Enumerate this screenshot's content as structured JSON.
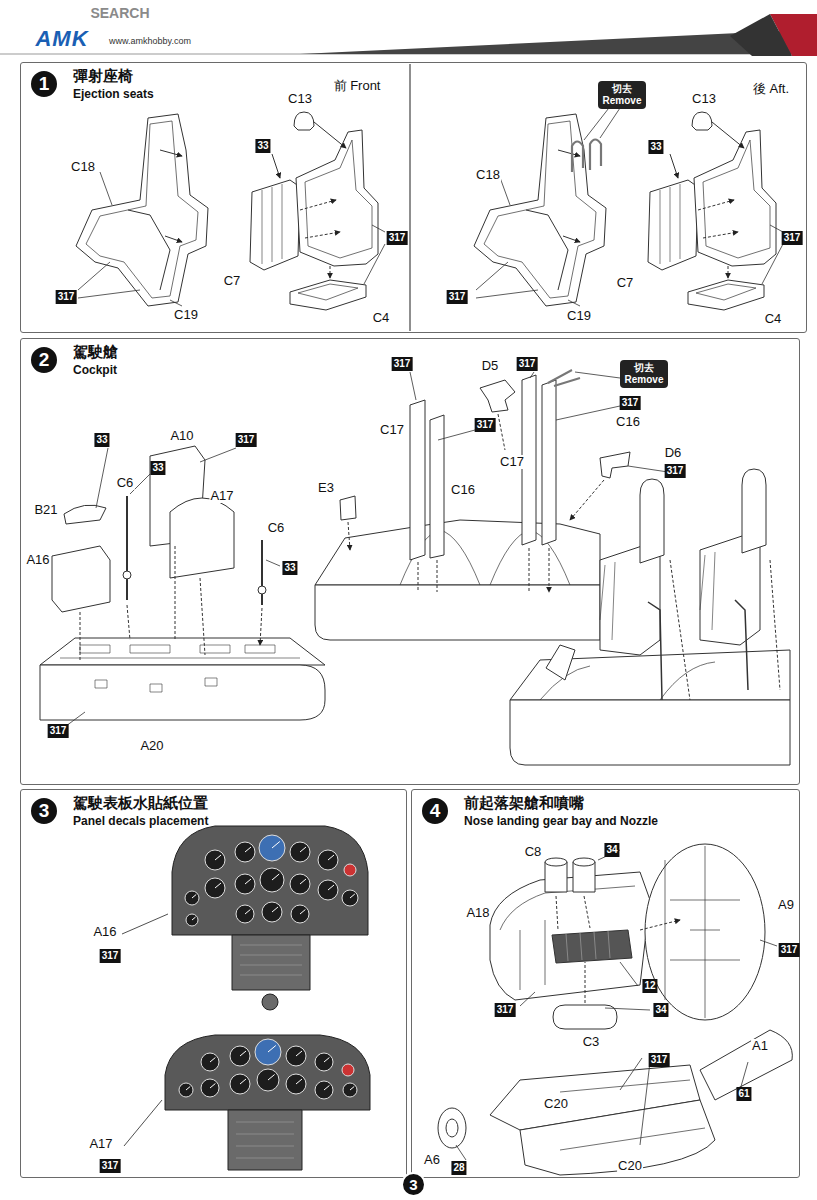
{
  "diagram": {
    "nodes": [
      {
        "text": [
          "彈射座椅",
          "Ejection seats"
        ]
      },
      {
        "text": [
          "1"
        ],
        "in": 0
      },
      {
        "text": [
          "駕駛艙",
          "Cockpit"
        ]
      },
      {
        "text": [
          "2"
        ],
        "in": 2
      },
      {
        "text": [
          "駕駛表板水貼紙位置",
          "Panel decals placement"
        ]
      },
      {
        "text": [
          "3"
        ],
        "in": 4
      },
      {
        "text": [
          "前起落架艙和噴嘴",
          "Nose landing gear bay and Nozzle"
        ]
      },
      {
        "text": [
          "4"
        ],
        "in": 6
      },
      {
        "text": [
          "3"
        ]
      }
    ],
    "labels": [
      "SEARCH",
      "AMK",
      "www.amkhobby.com",
      "前 Front",
      "C13",
      "33",
      "C18",
      "C7",
      "317",
      "C19",
      "317",
      "C4",
      "後 Aft.",
      "切去 Remove",
      "C13",
      "33",
      "C18",
      "C7",
      "317",
      "C19",
      "317",
      "C4",
      "33",
      "A10",
      "317",
      "C6",
      "33",
      "B21",
      "A17",
      "C6",
      "A16",
      "33",
      "317",
      "A20",
      "317",
      "D5",
      "317",
      "切去 Remove",
      "317",
      "C16",
      "C17",
      "317",
      "C17",
      "C16",
      "D6",
      "317",
      "E3",
      "A16",
      "317",
      "A17",
      "317",
      "C8",
      "34",
      "A18",
      "A9",
      "317",
      "317",
      "12",
      "34",
      "C3",
      "317",
      "C20",
      "A1",
      "61",
      "A6",
      "28",
      "C20"
    ]
  }
}
